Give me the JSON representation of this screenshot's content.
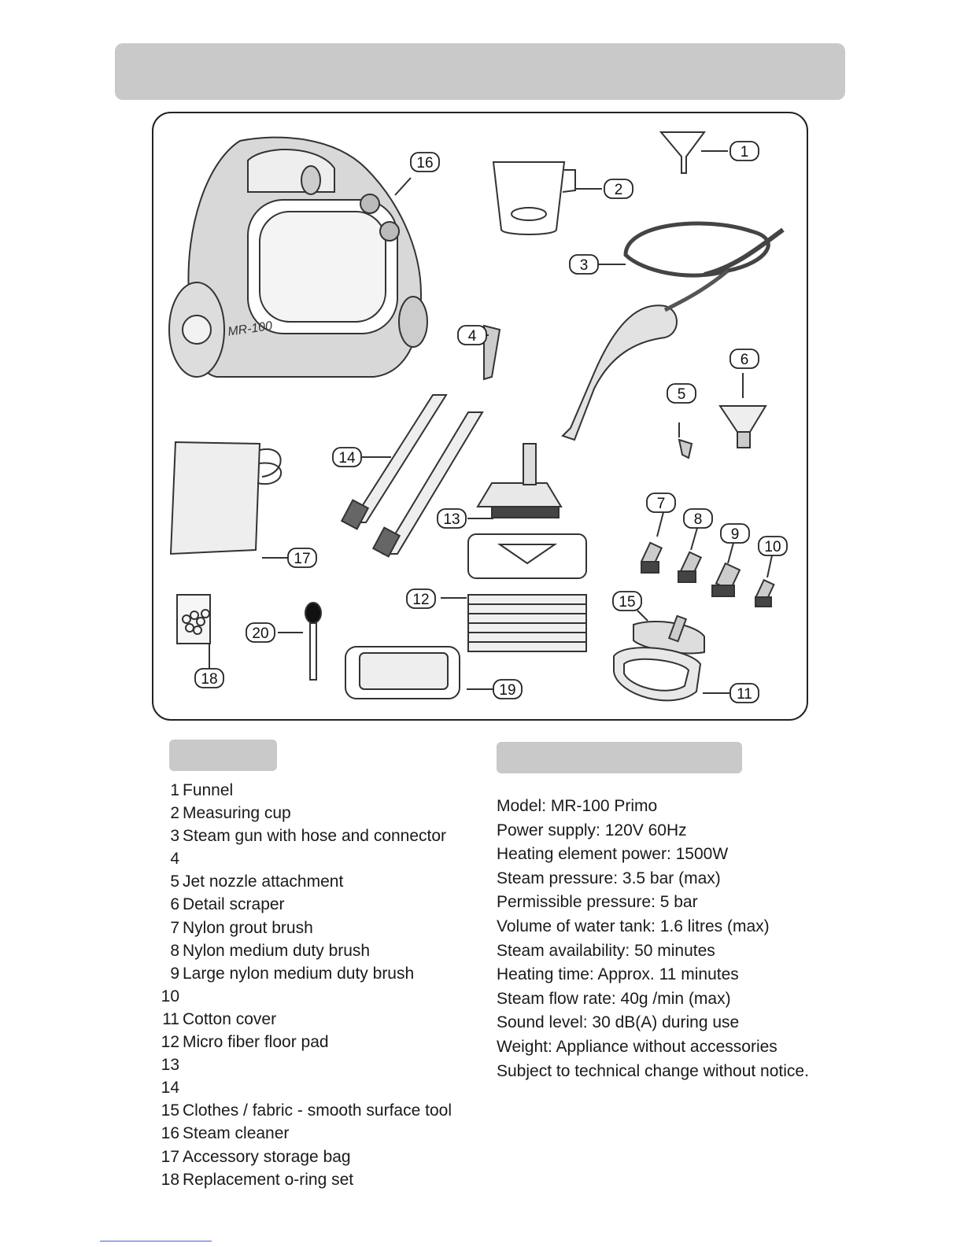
{
  "diagram": {
    "callouts": [
      "1",
      "2",
      "3",
      "4",
      "5",
      "6",
      "7",
      "8",
      "9",
      "10",
      "11",
      "12",
      "13",
      "14",
      "15",
      "16",
      "17",
      "18",
      "19",
      "20"
    ],
    "brand_mark": "MR-100"
  },
  "parts": [
    {
      "num": "1",
      "label": "Funnel"
    },
    {
      "num": "2",
      "label": "Measuring cup"
    },
    {
      "num": "3",
      "label": "Steam gun with hose and connector"
    },
    {
      "num": "4",
      "label": ""
    },
    {
      "num": "5",
      "label": "Jet nozzle attachment"
    },
    {
      "num": "6",
      "label": "Detail scraper"
    },
    {
      "num": "7",
      "label": "Nylon grout brush"
    },
    {
      "num": "8",
      "label": "Nylon medium duty brush"
    },
    {
      "num": "9",
      "label": "Large nylon medium duty brush"
    },
    {
      "num": "10",
      "label": ""
    },
    {
      "num": "11",
      "label": "Cotton cover"
    },
    {
      "num": "12",
      "label": "Micro fiber floor pad"
    },
    {
      "num": "13",
      "label": ""
    },
    {
      "num": "14",
      "label": ""
    },
    {
      "num": "15",
      "label": "Clothes / fabric - smooth surface tool"
    },
    {
      "num": "16",
      "label": "Steam cleaner"
    },
    {
      "num": "17",
      "label": "Accessory storage bag"
    },
    {
      "num": "18",
      "label": "Replacement o-ring set"
    }
  ],
  "specs": [
    "Model: MR-100 Primo",
    "Power supply: 120V 60Hz",
    "Heating element power: 1500W",
    "Steam pressure: 3.5 bar (max)",
    "Permissible pressure: 5 bar",
    "Volume of water tank: 1.6 litres (max)",
    "Steam availability: 50 minutes",
    "Heating time: Approx. 11 minutes",
    "Steam flow rate: 40g /min (max)",
    "Sound level: 30 dB(A) during use",
    "Weight: Appliance without accessories",
    "Subject to technical change without notice."
  ]
}
